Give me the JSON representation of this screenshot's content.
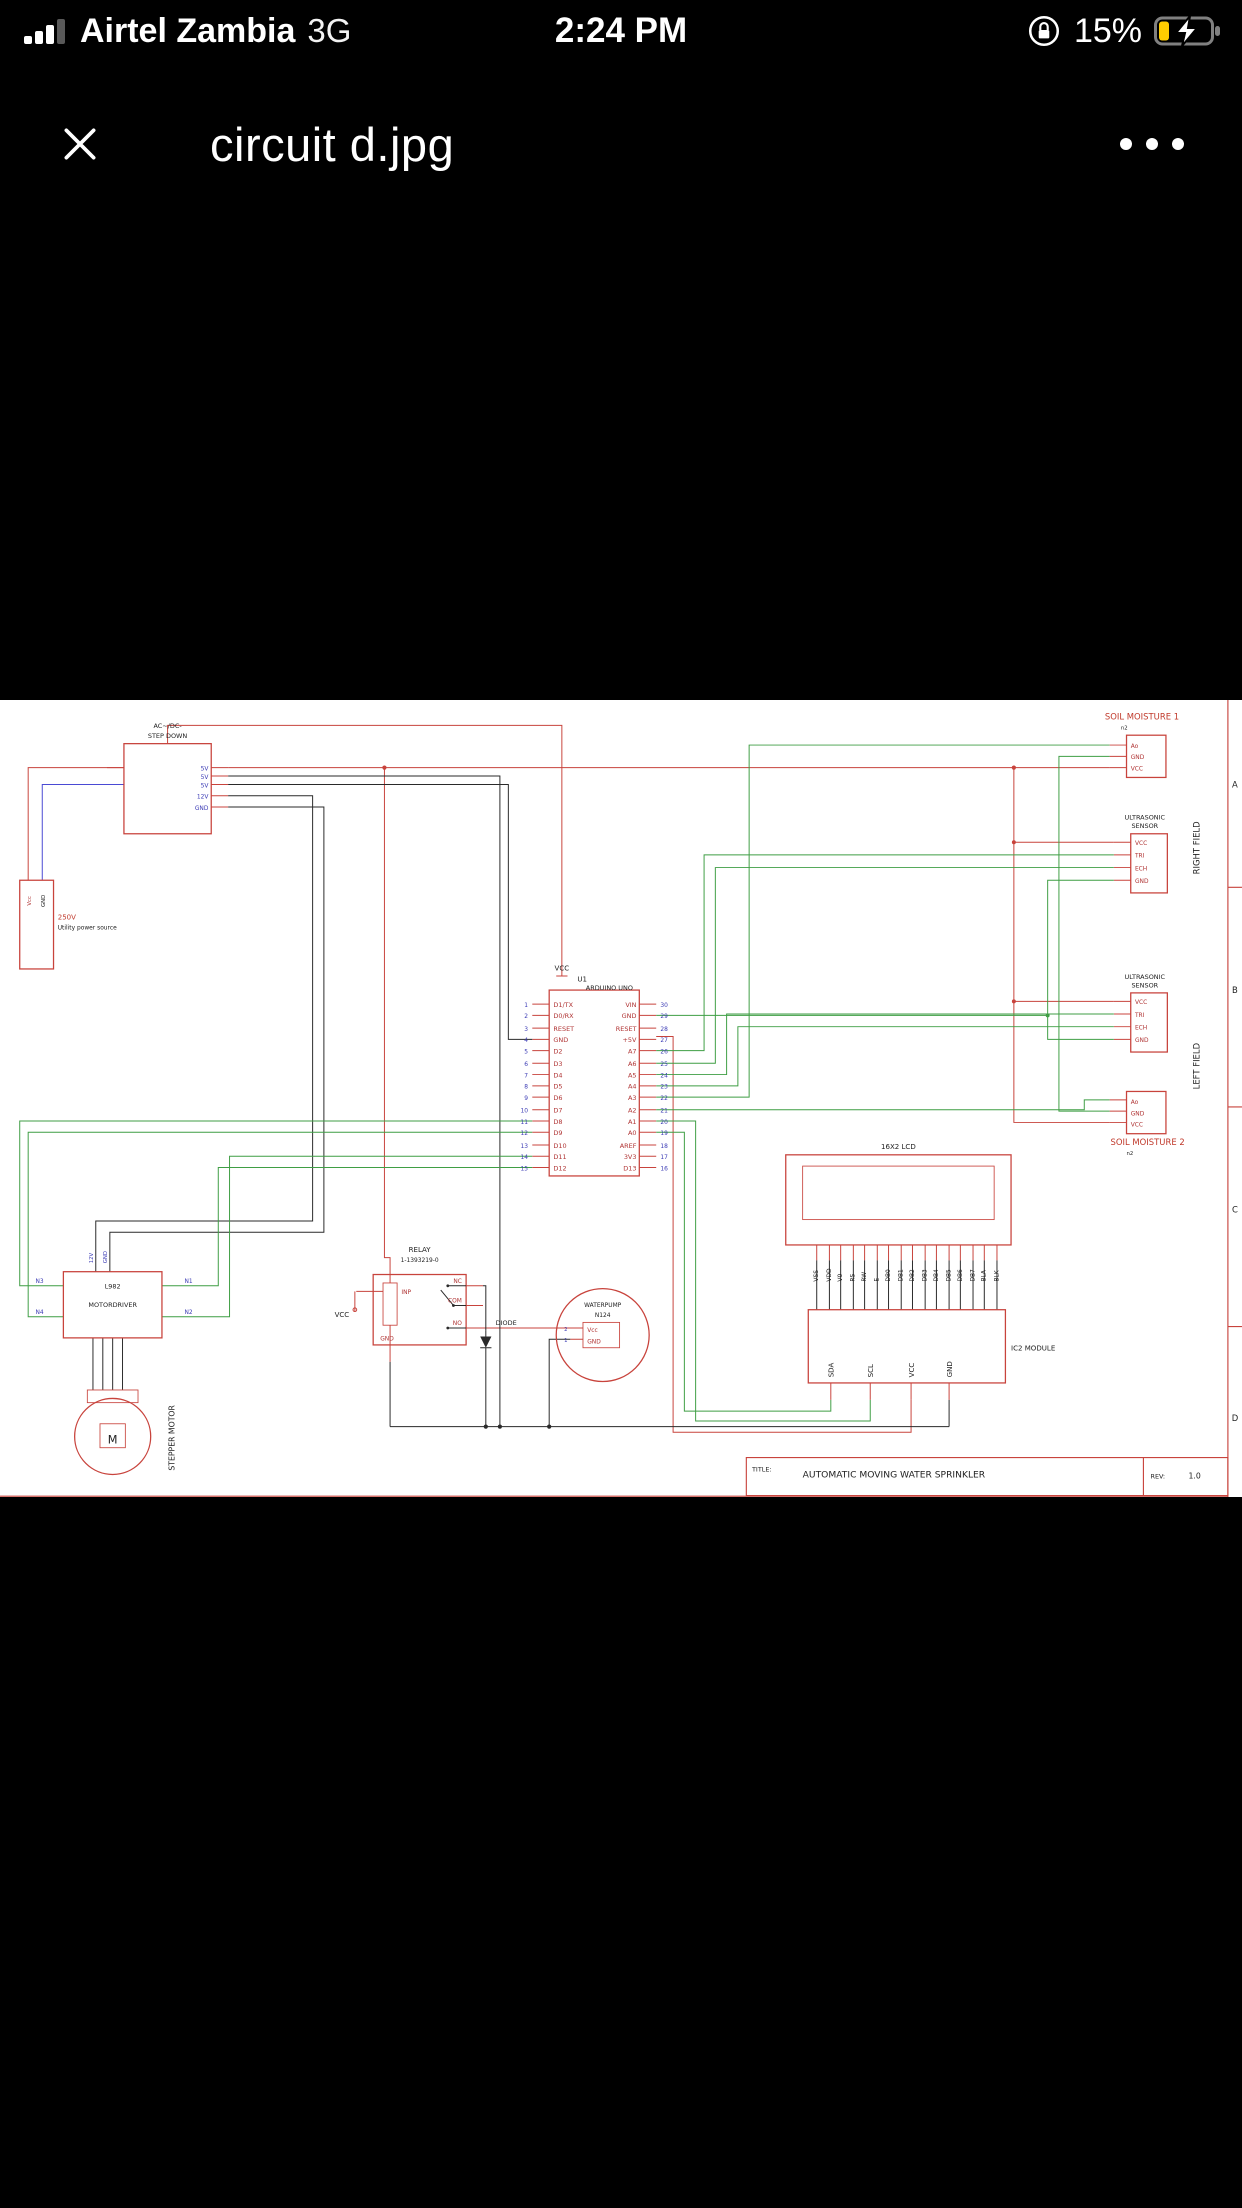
{
  "status_bar": {
    "carrier": "Airtel Zambia",
    "network": "3G",
    "time": "2:24 PM",
    "battery_percent": "15%",
    "icons": {
      "signal": "cellular-signal-bars",
      "lock": "orientation-lock",
      "battery": "battery-low-charging"
    }
  },
  "viewer": {
    "title": "circuit d.jpg",
    "close_icon": "close-x",
    "more_icon": "more-options-ellipsis"
  },
  "schematic": {
    "colors": {
      "wire_red": "#c8433c",
      "wire_green": "#3f9e44",
      "wire_black": "#2a2a2a",
      "wire_blue": "#4a4ad4",
      "label_red": "#b03434",
      "label_blue": "#3b3bb5",
      "title_red": "#c0392b",
      "text_dark": "#222222",
      "battery_fill": "#ffcc00"
    },
    "step_down": {
      "name1": "AC~/DC-",
      "name2": "STEP DOWN",
      "pins": [
        "5V",
        "5V",
        "5V",
        "12V",
        "GND"
      ]
    },
    "utility": {
      "pin_vcc": "Vcc",
      "pin_gnd": "GND",
      "voltage": "250V",
      "caption": "Utility power source"
    },
    "arduino": {
      "ref": "U1",
      "name": "ARDUINO UNO",
      "vcc": "VCC",
      "left_pins": [
        {
          "n": "1",
          "l": "D1/TX"
        },
        {
          "n": "2",
          "l": "D0/RX"
        },
        {
          "n": "3",
          "l": "RESET"
        },
        {
          "n": "4",
          "l": "GND"
        },
        {
          "n": "5",
          "l": "D2"
        },
        {
          "n": "6",
          "l": "D3"
        },
        {
          "n": "7",
          "l": "D4"
        },
        {
          "n": "8",
          "l": "D5"
        },
        {
          "n": "9",
          "l": "D6"
        },
        {
          "n": "10",
          "l": "D7"
        },
        {
          "n": "11",
          "l": "D8"
        },
        {
          "n": "12",
          "l": "D9"
        },
        {
          "n": "13",
          "l": "D10"
        },
        {
          "n": "14",
          "l": "D11"
        },
        {
          "n": "15",
          "l": "D12"
        }
      ],
      "right_pins": [
        {
          "n": "30",
          "l": "VIN"
        },
        {
          "n": "29",
          "l": "GND"
        },
        {
          "n": "28",
          "l": "RESET"
        },
        {
          "n": "27",
          "l": "+5V"
        },
        {
          "n": "26",
          "l": "A7"
        },
        {
          "n": "25",
          "l": "A6"
        },
        {
          "n": "24",
          "l": "A5"
        },
        {
          "n": "23",
          "l": "A4"
        },
        {
          "n": "22",
          "l": "A3"
        },
        {
          "n": "21",
          "l": "A2"
        },
        {
          "n": "20",
          "l": "A1"
        },
        {
          "n": "19",
          "l": "A0"
        },
        {
          "n": "18",
          "l": "AREF"
        },
        {
          "n": "17",
          "l": "3V3"
        },
        {
          "n": "16",
          "l": "D13"
        }
      ]
    },
    "soil1": {
      "title": "SOIL MOISTURE 1",
      "net": "n2",
      "pins": [
        "Ao",
        "GND",
        "VCC"
      ]
    },
    "ultra1": {
      "title1": "ULTRASONIC",
      "title2": "SENSOR",
      "pins": [
        "VCC",
        "TRI",
        "ECH",
        "GND"
      ]
    },
    "ultra2": {
      "title1": "ULTRASONIC",
      "title2": "SENSOR",
      "pins": [
        "VCC",
        "TRI",
        "ECH",
        "GND"
      ]
    },
    "soil2": {
      "title": "SOIL MOISTURE 2",
      "net": "n2",
      "pins": [
        "Ao",
        "GND",
        "VCC"
      ]
    },
    "right_field": "RIGHT FIELD",
    "left_field": "LEFT FIELD",
    "zones": [
      "A",
      "B",
      "C",
      "D"
    ],
    "lcd": {
      "title": "16X2 LCD",
      "pins": [
        "VSS",
        "VDD",
        "V0",
        "RS",
        "RW",
        "E",
        "DB0",
        "DB1",
        "DB2",
        "DB3",
        "DB4",
        "DB5",
        "DB6",
        "DB7",
        "BLA",
        "BLK"
      ]
    },
    "i2c": {
      "name": "IC2 MODULE",
      "pins": [
        "SDA",
        "SCL",
        "VCC",
        "GND"
      ]
    },
    "relay": {
      "name": "RELAY",
      "part": "1-1393219-0",
      "pin_inp": "INP",
      "pin_nc": "NC",
      "pin_com": "COM",
      "pin_no": "NO",
      "pin_gnd": "GND",
      "vcc": "VCC"
    },
    "diode": {
      "label": "DIODE"
    },
    "pump": {
      "title1": "WATERPUMP",
      "title2": "N124",
      "pin_vcc": "Vcc",
      "pin_gnd": "GND",
      "num1": "2",
      "num2": "1"
    },
    "driver": {
      "name1": "L982",
      "name2": "MOTORDRIVER",
      "pin_l1": "N3",
      "pin_l2": "N4",
      "pin_r1": "N1",
      "pin_r2": "N2",
      "pin_t1": "12V",
      "pin_t2": "GND"
    },
    "motor": {
      "symbol": "M",
      "label": "STEPPER MOTOR"
    },
    "title_block": {
      "label": "TITLE:",
      "title": "AUTOMATIC MOVING WATER SPRINKLER",
      "rev_label": "REV:",
      "rev": "1.0"
    }
  }
}
